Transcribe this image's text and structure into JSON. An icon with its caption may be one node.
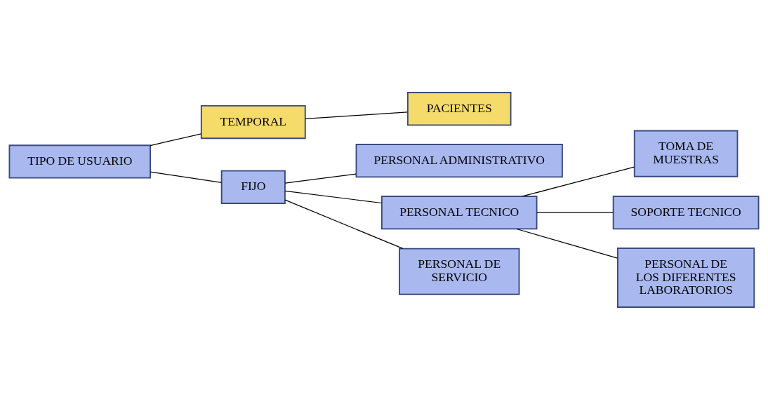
{
  "diagram": {
    "nodes": [
      {
        "text": [
          "TIPO DE USUARIO"
        ]
      },
      {
        "text": [
          "TEMPORAL"
        ]
      },
      {
        "text": [
          "PACIENTES"
        ]
      },
      {
        "text": [
          "FIJO"
        ]
      },
      {
        "text": [
          "PERSONAL ADMINISTRATIVO"
        ]
      },
      {
        "text": [
          "PERSONAL TECNICO"
        ]
      },
      {
        "text": [
          "PERSONAL DE SERVICIO"
        ]
      },
      {
        "text": [
          "TOMA DE MUESTRAS"
        ]
      },
      {
        "text": [
          "SOPORTE TECNICO"
        ]
      },
      {
        "text": [
          "PERSONAL DE LOS DIFERENTES LABORATORIOS"
        ]
      }
    ],
    "edges": [
      {
        "from": 0,
        "to": 1,
        "arrow": "none"
      },
      {
        "from": 1,
        "to": 2,
        "arrow": "none"
      },
      {
        "from": 0,
        "to": 3,
        "arrow": "none"
      },
      {
        "from": 3,
        "to": 4,
        "arrow": "none"
      },
      {
        "from": 3,
        "to": 5,
        "arrow": "none"
      },
      {
        "from": 3,
        "to": 6,
        "arrow": "none"
      },
      {
        "from": 5,
        "to": 7,
        "arrow": "none"
      },
      {
        "from": 5,
        "to": 8,
        "arrow": "none"
      },
      {
        "from": 5,
        "to": 9,
        "arrow": "none"
      }
    ]
  }
}
